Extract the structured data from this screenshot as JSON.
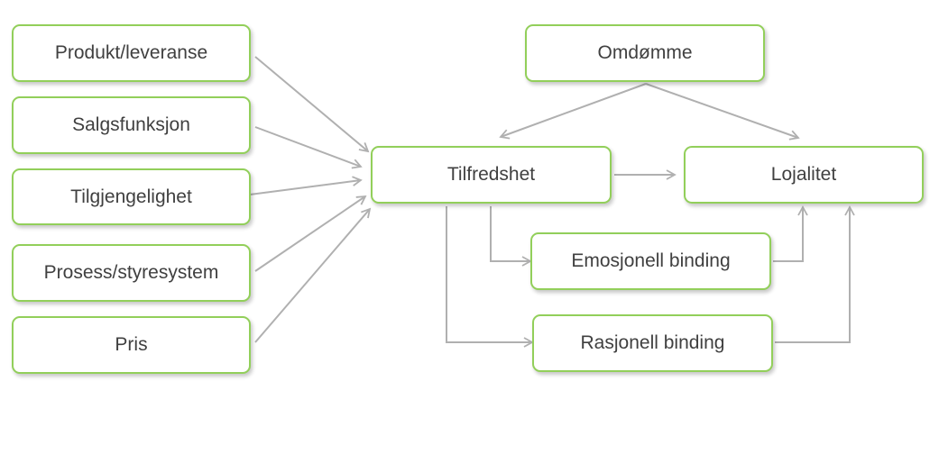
{
  "nodes": {
    "produkt": "Produkt/leveranse",
    "salgsfunksjon": "Salgsfunksjon",
    "tilgjengelighet": "Tilgjengelighet",
    "prosess": "Prosess/styresystem",
    "pris": "Pris",
    "omdomme": "Omdømme",
    "tilfredshet": "Tilfredshet",
    "lojalitet": "Lojalitet",
    "emosjonell": "Emosjonell binding",
    "rasjonell": "Rasjonell binding"
  },
  "colors": {
    "border": "#92cf5a",
    "arrow": "#b0b0b0",
    "text": "#404040"
  }
}
